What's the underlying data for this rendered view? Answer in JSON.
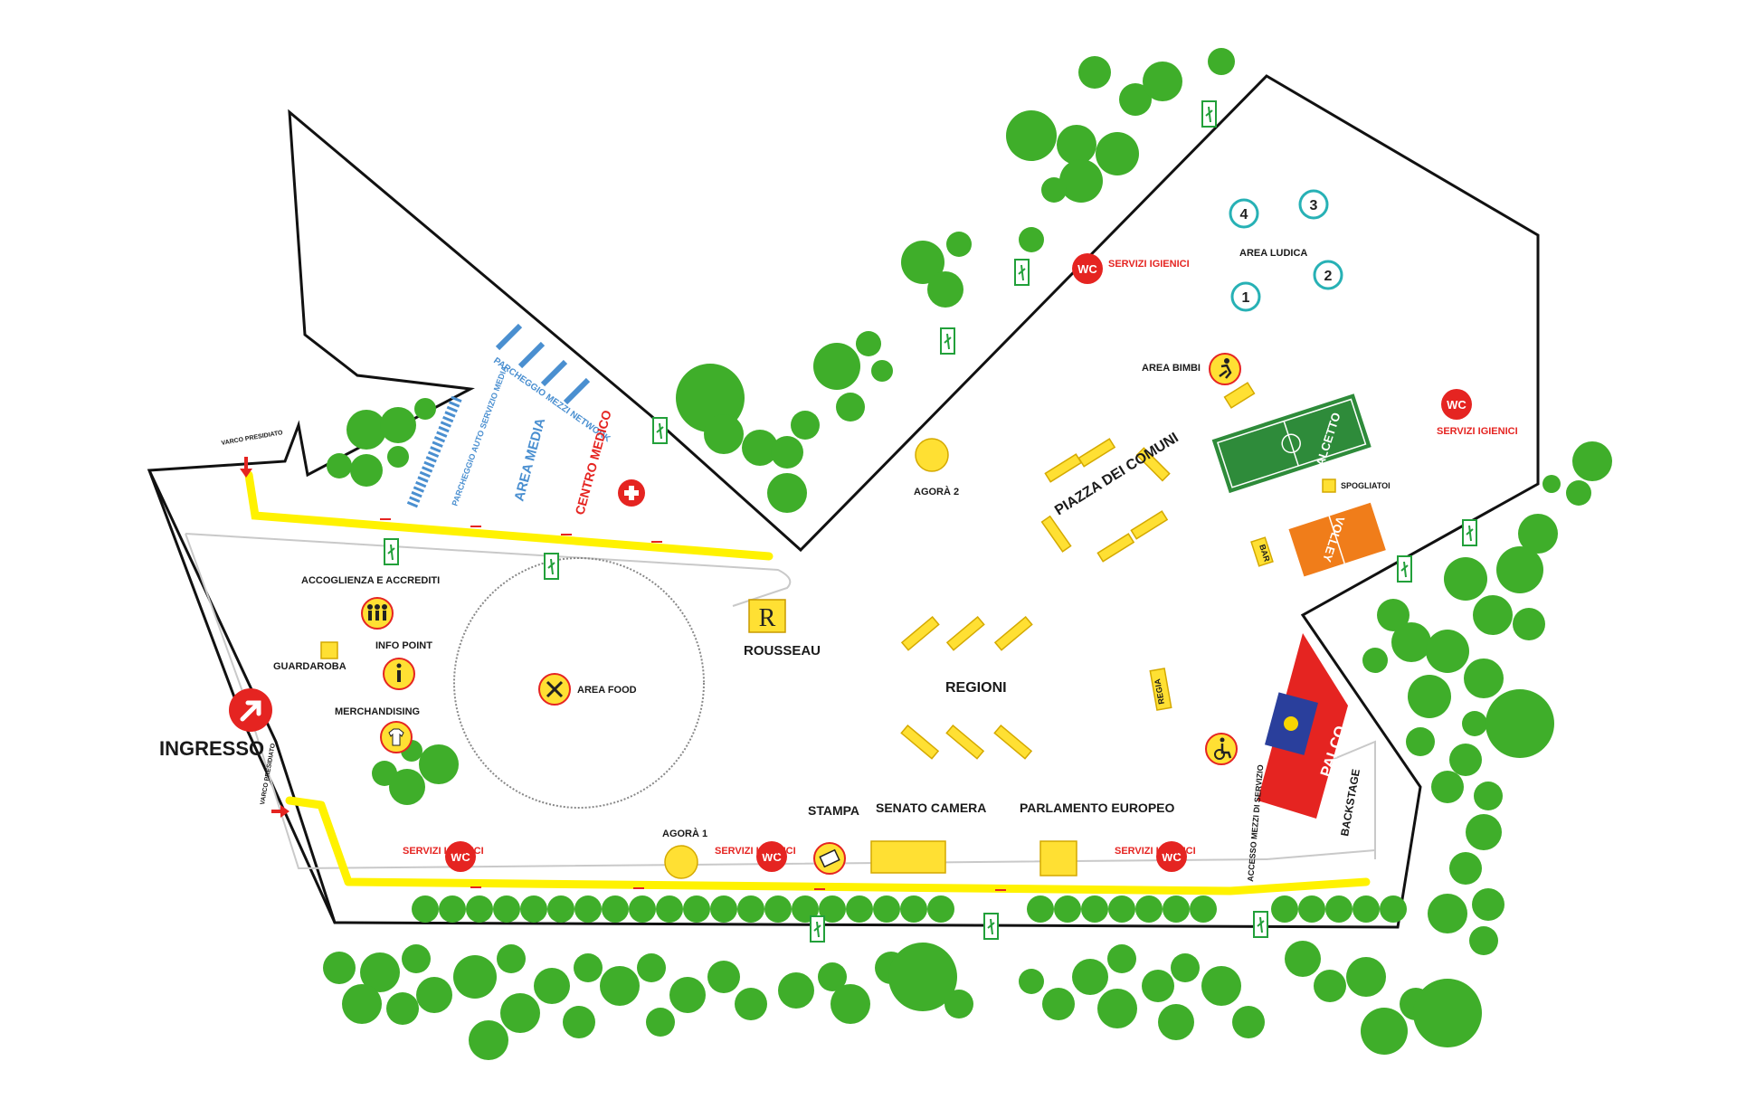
{
  "colors": {
    "boundary": "#111111",
    "inner_path": "#bdbdbd",
    "route": "#fff200",
    "tree": "#3fae2a",
    "red": "#e52421",
    "yellow": "#ffe033",
    "green_field": "#2e8b3a",
    "orange_field": "#f07d1a",
    "parking_blue": "#4a8fd0",
    "teal": "#27b1b5",
    "exit_green": "#22a03a"
  },
  "labels": {
    "ingresso": "INGRESSO",
    "varco_presidiato": "VARCO PRESIDIATO",
    "accoglienza": "ACCOGLIENZA E ACCREDITI",
    "guardaroba": "GUARDAROBA",
    "info_point": "INFO POINT",
    "merchandising": "MERCHANDISING",
    "area_food": "AREA FOOD",
    "rousseau": "ROUSSEAU",
    "rousseau_icon": "R",
    "centro_medico": "CENTRO MEDICO",
    "area_media": "AREA MEDIA",
    "parcheggio_mezzi_network": "PARCHEGGIO MEZZI NETWORK",
    "parcheggio_auto_servizio_media": "PARCHEGGIO AUTO SERVIZIO MEDIA",
    "agora_1": "AGORÀ 1",
    "agora_2": "AGORÀ 2",
    "stampa": "STAMPA",
    "senato_camera": "SENATO CAMERA",
    "parlamento_europeo": "PARLAMENTO EUROPEO",
    "regioni": "REGIONI",
    "piazza_dei_comuni": "PIAZZA DEI COMUNI",
    "regia": "REGIA",
    "palco": "PALCO",
    "backstage": "BACKSTAGE",
    "accesso_mezzi_di_servizio": "ACCESSO MEZZI DI SERVIZIO",
    "area_bimbi": "AREA BIMBI",
    "area_ludica": "AREA LUDICA",
    "calcetto": "CALCETTO",
    "volley": "VOLLEY",
    "spogliatoi": "SPOGLIATOI",
    "bar": "BAR",
    "servizi_igienici": "SERVIZI IGIENICI",
    "wc": "WC"
  },
  "ludica_numbers": [
    "1",
    "2",
    "3",
    "4"
  ],
  "icons": {
    "entrance": "entrance-arrow-icon",
    "medical": "medical-cross-icon",
    "accessibility": "wheelchair-icon",
    "food": "cutlery-icon",
    "info": "info-icon",
    "people": "people-icon",
    "shirt": "tshirt-icon",
    "press": "newspaper-icon",
    "kids": "kids-play-icon",
    "wc": "wc-icon",
    "exit": "emergency-exit-icon"
  }
}
